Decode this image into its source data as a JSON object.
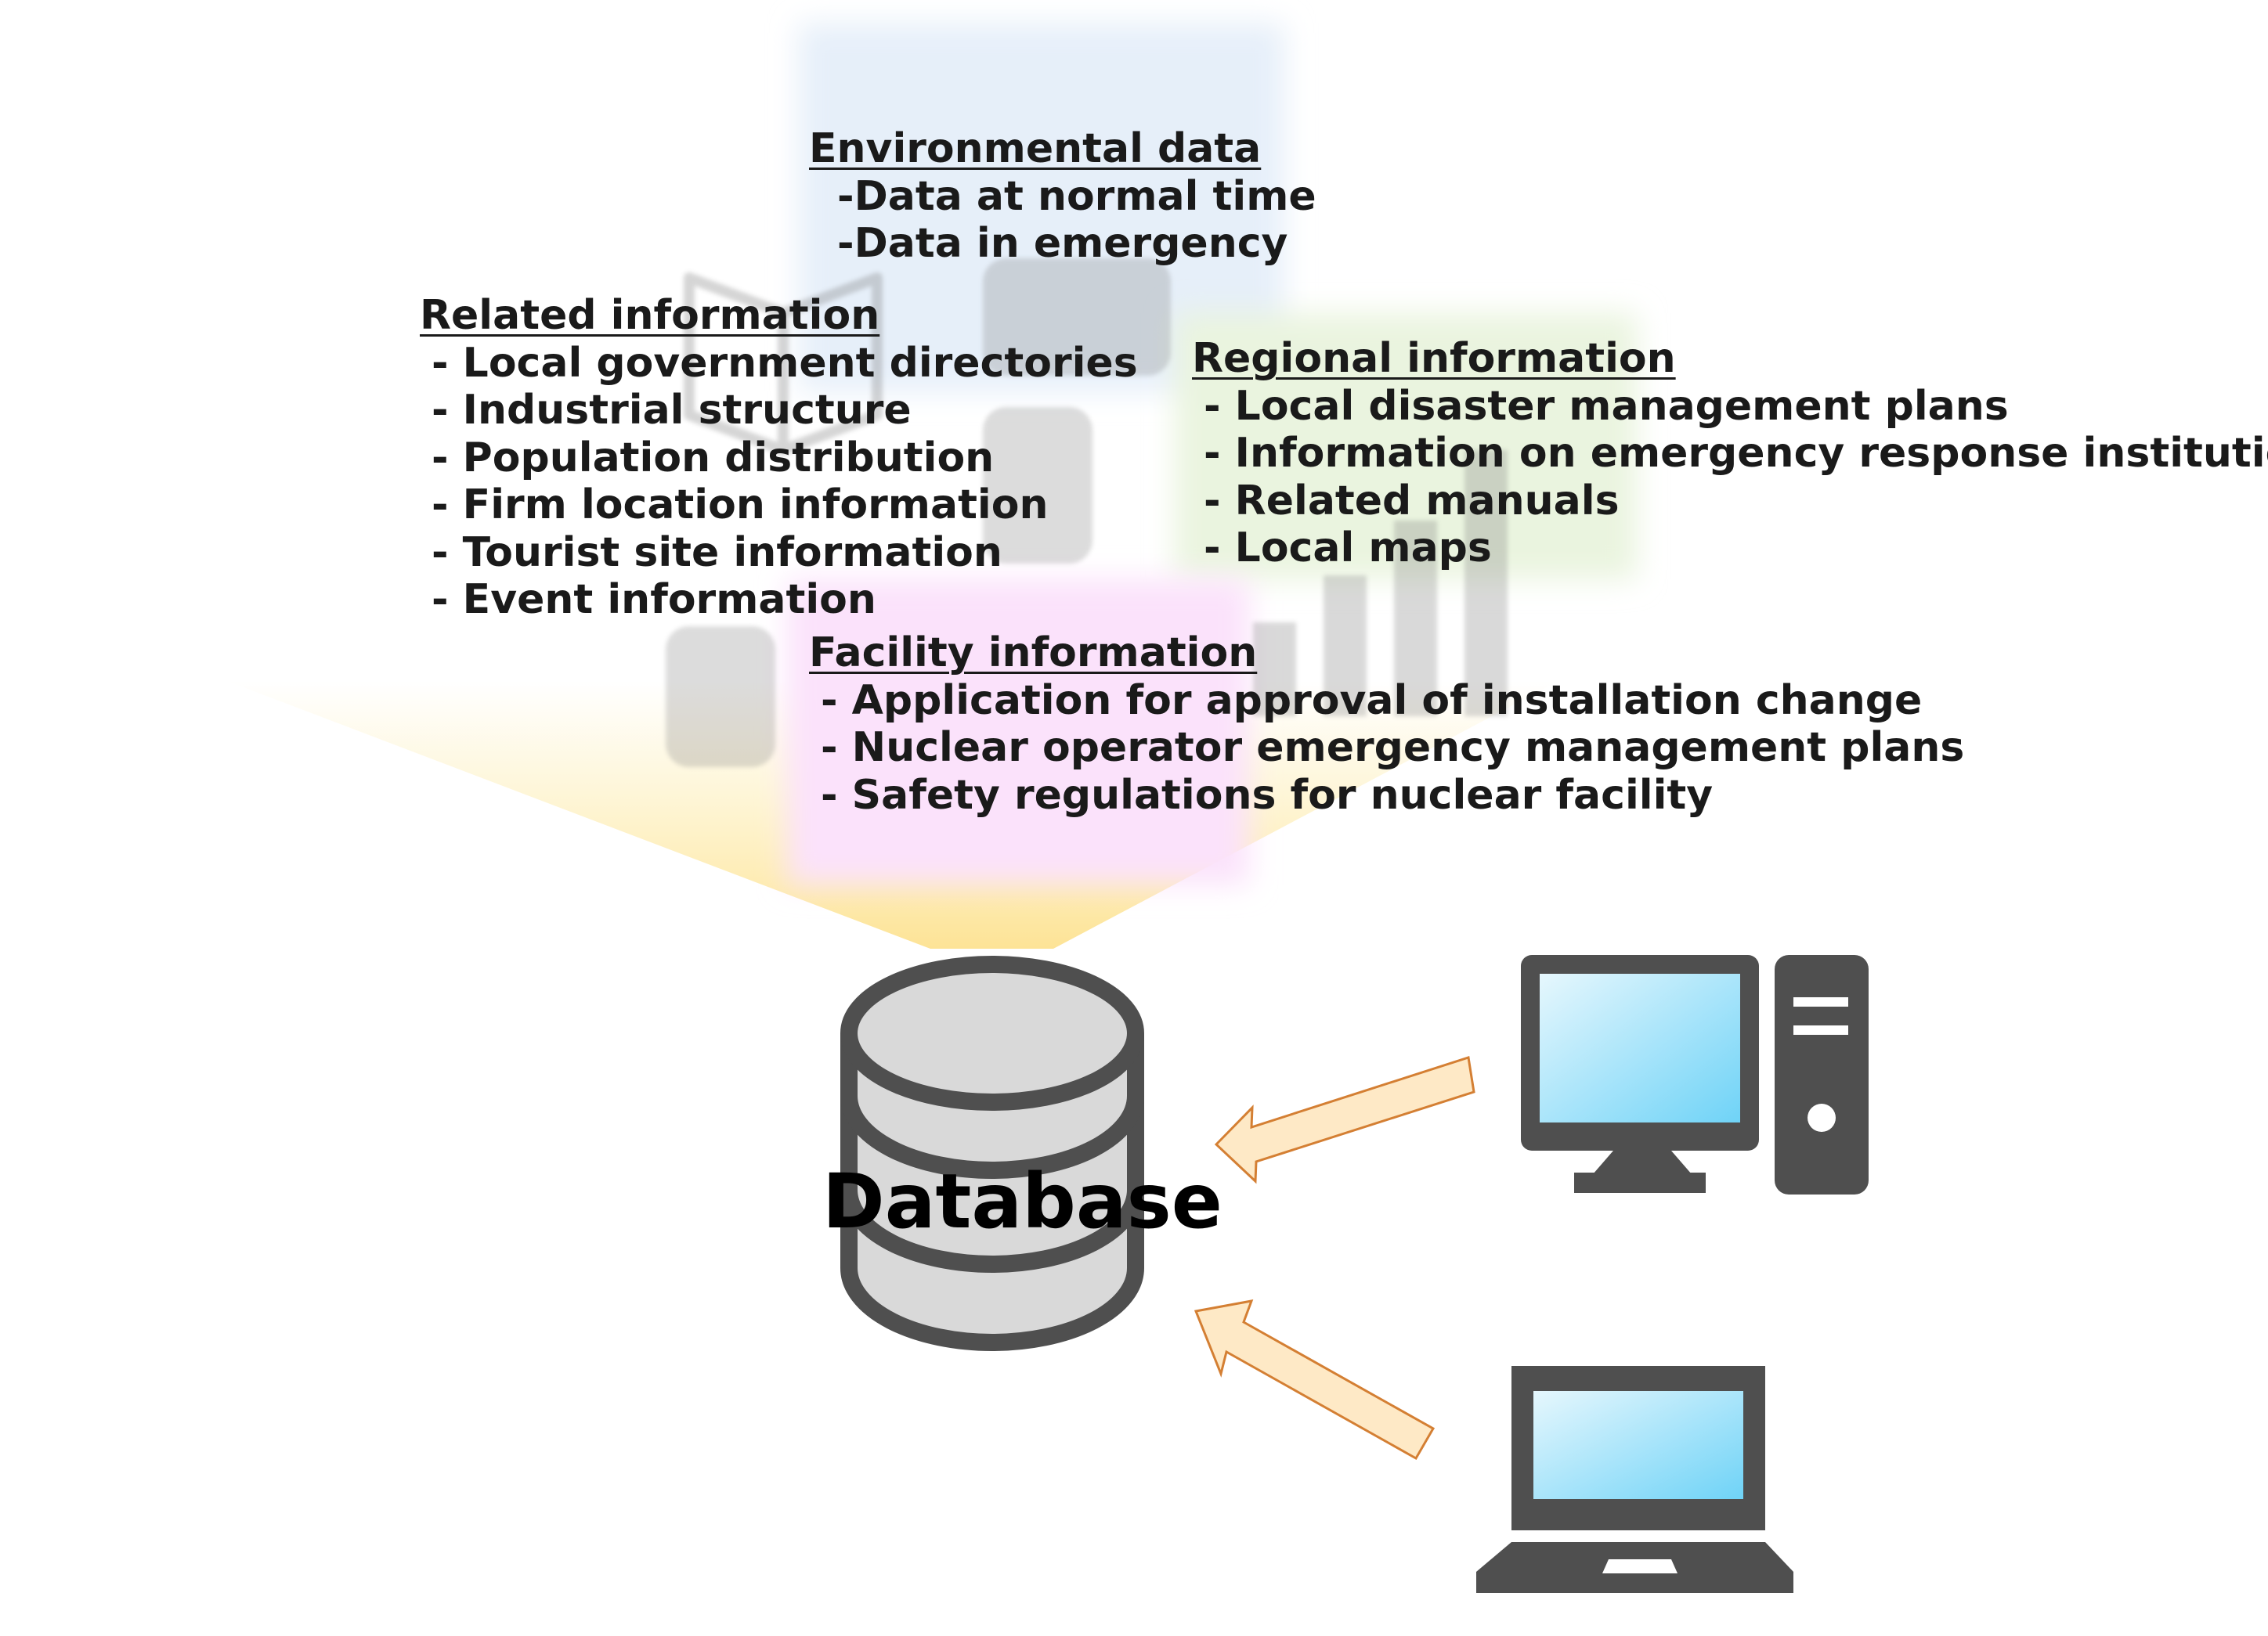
{
  "diagram": {
    "environmental": {
      "title": "Environmental data",
      "items": [
        "-Data at normal time",
        "-Data in emergency"
      ]
    },
    "related": {
      "title": "Related information",
      "items": [
        "- Local government directories",
        "- Industrial structure",
        "- Population distribution",
        "- Firm location information",
        "- Tourist site information",
        "- Event information"
      ]
    },
    "regional": {
      "title": "Regional information",
      "items": [
        "- Local disaster management plans",
        "- Information on emergency response institutions",
        "- Related manuals",
        "- Local maps"
      ]
    },
    "facility": {
      "title": "Facility information",
      "items": [
        "- Application for approval of installation change",
        "- Nuclear operator emergency management plans",
        "- Safety regulations for nuclear facility"
      ]
    },
    "database_label": "Database",
    "icons": {
      "background": [
        "book-icon",
        "phone-icon",
        "bar-chart-icon"
      ],
      "database": "database-icon",
      "desktop": "desktop-computer-icon",
      "laptop": "laptop-icon",
      "arrows": [
        "arrow-left-icon",
        "arrow-left-icon"
      ]
    },
    "colors": {
      "environmental_bg": "#e6eff9",
      "regional_bg": "#eaf4df",
      "facility_bg": "#fbe2fb",
      "funnel": "#fde79b",
      "icon_gray": "#4f4f4f",
      "db_fill": "#d9d9d9",
      "screen_blue": "#7fd8f8",
      "arrow_fill": "#fee9c6",
      "arrow_stroke": "#d47f33"
    }
  }
}
